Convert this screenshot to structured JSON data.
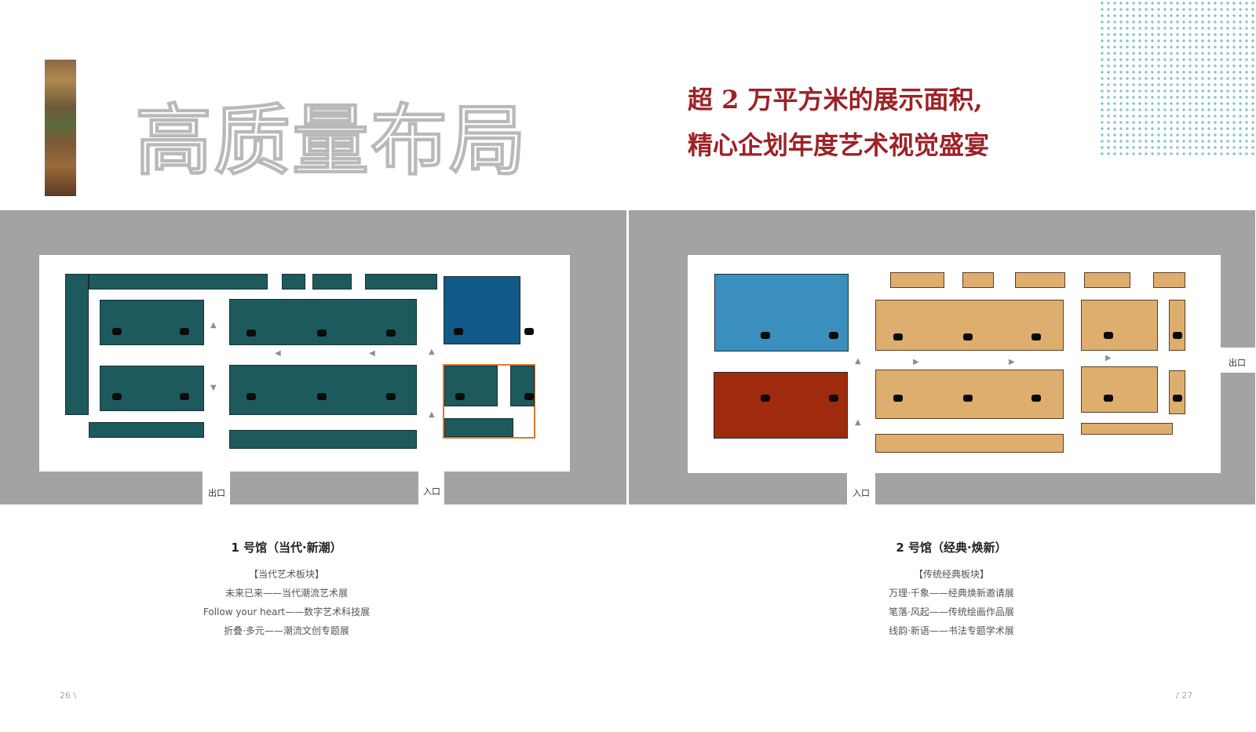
{
  "header": {
    "title": "高质量布局",
    "headline_line1": "超 2 万平方米的展示面积,",
    "headline_line2": "精心企划年度艺术视觉盛宴"
  },
  "hall1": {
    "exit_label": "出口",
    "entrance_label": "入口",
    "title": "1 号馆（当代·新潮）",
    "items": [
      "【当代艺术板块】",
      "未来已来——当代潮流艺术展",
      "Follow your heart——数字艺术科技展",
      "折叠·多元——潮流文创专题展"
    ]
  },
  "hall2": {
    "exit_label": "出口",
    "entrance_label": "入口",
    "title": "2 号馆（经典·焕新）",
    "items": [
      "【传统经典板块】",
      "万理·千象——经典焕新邀请展",
      "笔落·风起——传统绘画作品展",
      "线韵·新语——书法专题学术展"
    ]
  },
  "pages": {
    "left": "26 \\",
    "right": "/ 27"
  },
  "colors": {
    "accent_red": "#9c2226",
    "hall1_booth": "#1d5a5d",
    "hall1_feature": "#115a87",
    "hall1_highlight_border": "#e07a2a",
    "hall2_booth": "#deae6f",
    "hall2_blue": "#3b8fbf",
    "hall2_red": "#a02a0e",
    "wall_gray": "#a3a3a3",
    "dot_pattern": "#86c5cf"
  },
  "icons": [
    "up-arrow-icon",
    "down-arrow-icon",
    "left-arrow-icon",
    "right-arrow-icon",
    "hazard-marker-icon"
  ]
}
